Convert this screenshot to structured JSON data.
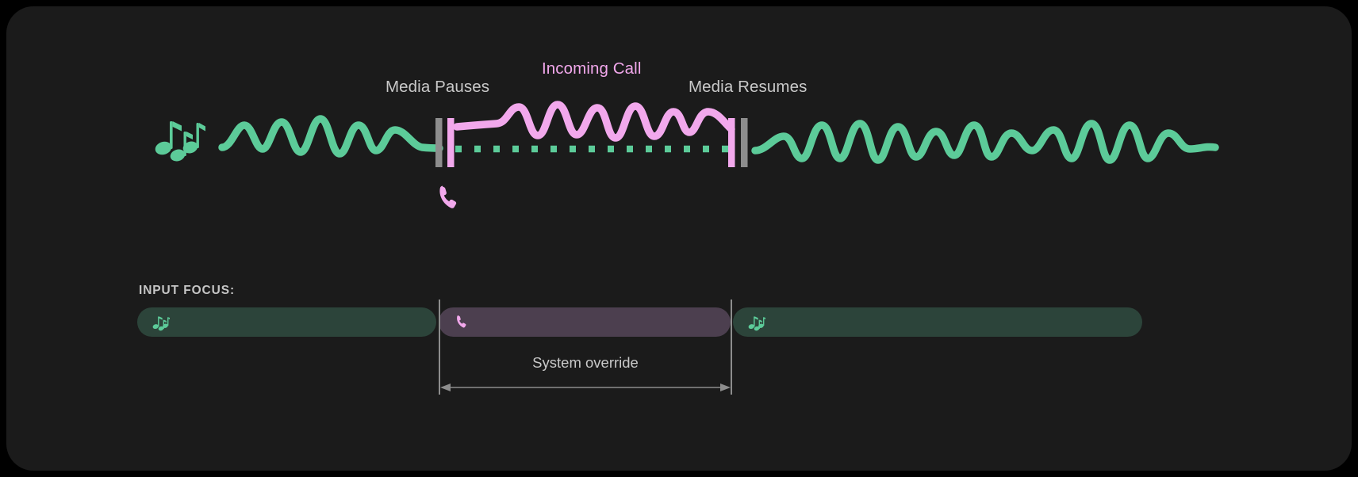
{
  "theme": {
    "page_background": "#000000",
    "card_background": "#1b1b1b",
    "media_accent": "#5ccb99",
    "call_accent": "#f2a8ec",
    "label_color": "#c9c9c9",
    "marker_gray": "#8d8d8d",
    "focus_media_fill": "#2c443a",
    "focus_call_fill": "#4c3f4f"
  },
  "timeline": {
    "labels": {
      "media_pauses": "Media Pauses",
      "incoming_call": "Incoming Call",
      "media_resumes": "Media Resumes"
    },
    "icons": {
      "media": "music-notes-icon",
      "call": "phone-icon"
    },
    "segments": [
      {
        "name": "media-playing-before",
        "state": "playing",
        "source": "media"
      },
      {
        "name": "media-paused-call-active",
        "state": "paused",
        "source": "call"
      },
      {
        "name": "media-playing-after",
        "state": "playing",
        "source": "media"
      }
    ],
    "markers": [
      {
        "name": "pause-marker",
        "gray_bar": true,
        "accent_bar": true
      },
      {
        "name": "resume-marker",
        "gray_bar": true,
        "accent_bar": true
      }
    ],
    "dotted_line": {
      "color": "#5ccb99",
      "meaning": "media suspended"
    }
  },
  "input_focus": {
    "title": "INPUT FOCUS:",
    "bars": [
      {
        "name": "focus-bar-media-1",
        "icon": "music-notes-icon",
        "glyph": "♪♫",
        "owner": "media"
      },
      {
        "name": "focus-bar-call",
        "icon": "phone-icon",
        "glyph": "✆",
        "owner": "call"
      },
      {
        "name": "focus-bar-media-2",
        "icon": "music-notes-icon",
        "glyph": "♪♫",
        "owner": "media"
      }
    ],
    "override": {
      "label": "System override",
      "arrow": "double-headed"
    }
  }
}
